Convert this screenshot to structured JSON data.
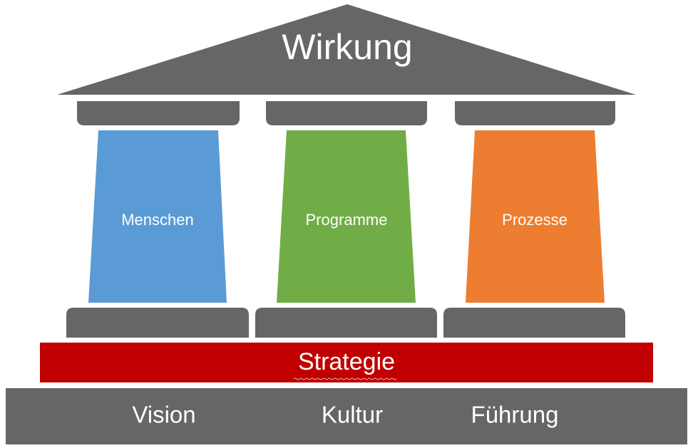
{
  "roof": {
    "label": "Wirkung"
  },
  "pillars": [
    {
      "label": "Menschen",
      "color": "#5b9bd5"
    },
    {
      "label": "Programme",
      "color": "#70ad47"
    },
    {
      "label": "Prozesse",
      "color": "#ed7d31"
    }
  ],
  "strategy": {
    "label": "Strategie",
    "color": "#c00000"
  },
  "foundation": {
    "items": [
      "Vision",
      "Kultur",
      "Führung"
    ]
  },
  "colors": {
    "structure": "#666666",
    "text": "#ffffff"
  }
}
